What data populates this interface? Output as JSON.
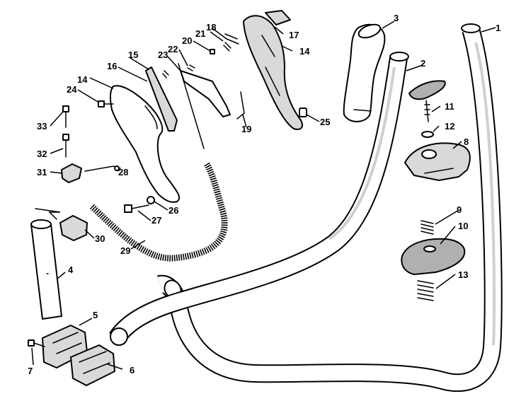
{
  "diagram": {
    "callouts": [
      "1",
      "2",
      "3",
      "4",
      "5",
      "6",
      "7",
      "8",
      "9",
      "10",
      "11",
      "12",
      "13",
      "14",
      "14",
      "15",
      "16",
      "17",
      "18",
      "19",
      "20",
      "21",
      "22",
      "23",
      "24",
      "25",
      "26",
      "27",
      "28",
      "29",
      "30",
      "31",
      "32",
      "33"
    ]
  },
  "colors": {
    "line": "#000000",
    "background": "#ffffff",
    "shade": "#d9d9d9"
  }
}
